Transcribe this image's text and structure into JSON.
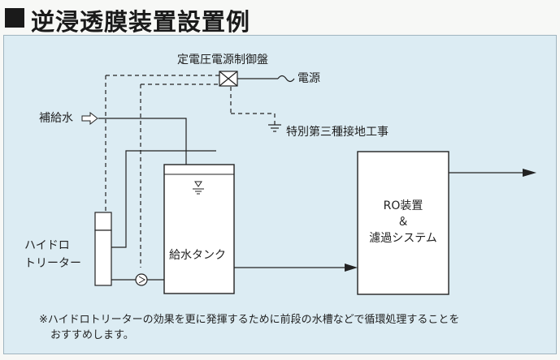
{
  "title": "逆浸透膜装置設置例",
  "labels": {
    "control_panel": "定電圧電源制御盤",
    "power": "電源",
    "feed_water": "補給水",
    "ground": "特別第三種接地工事",
    "hydrotreater_line1": "ハイドロ",
    "hydrotreater_line2": "トリーター",
    "feed_tank": "給水タンク",
    "ro_line1": "RO装置",
    "ro_line2": "＆",
    "ro_line3": "濾過システム"
  },
  "note": {
    "line1": "※ハイドロトリーターの効果を更に発揮するために前段の水槽などで循環処理することを",
    "line2": "おすすめします。"
  },
  "colors": {
    "panel_bg": "#dcecf3",
    "box_fill": "#ffffff",
    "line": "#222222"
  }
}
